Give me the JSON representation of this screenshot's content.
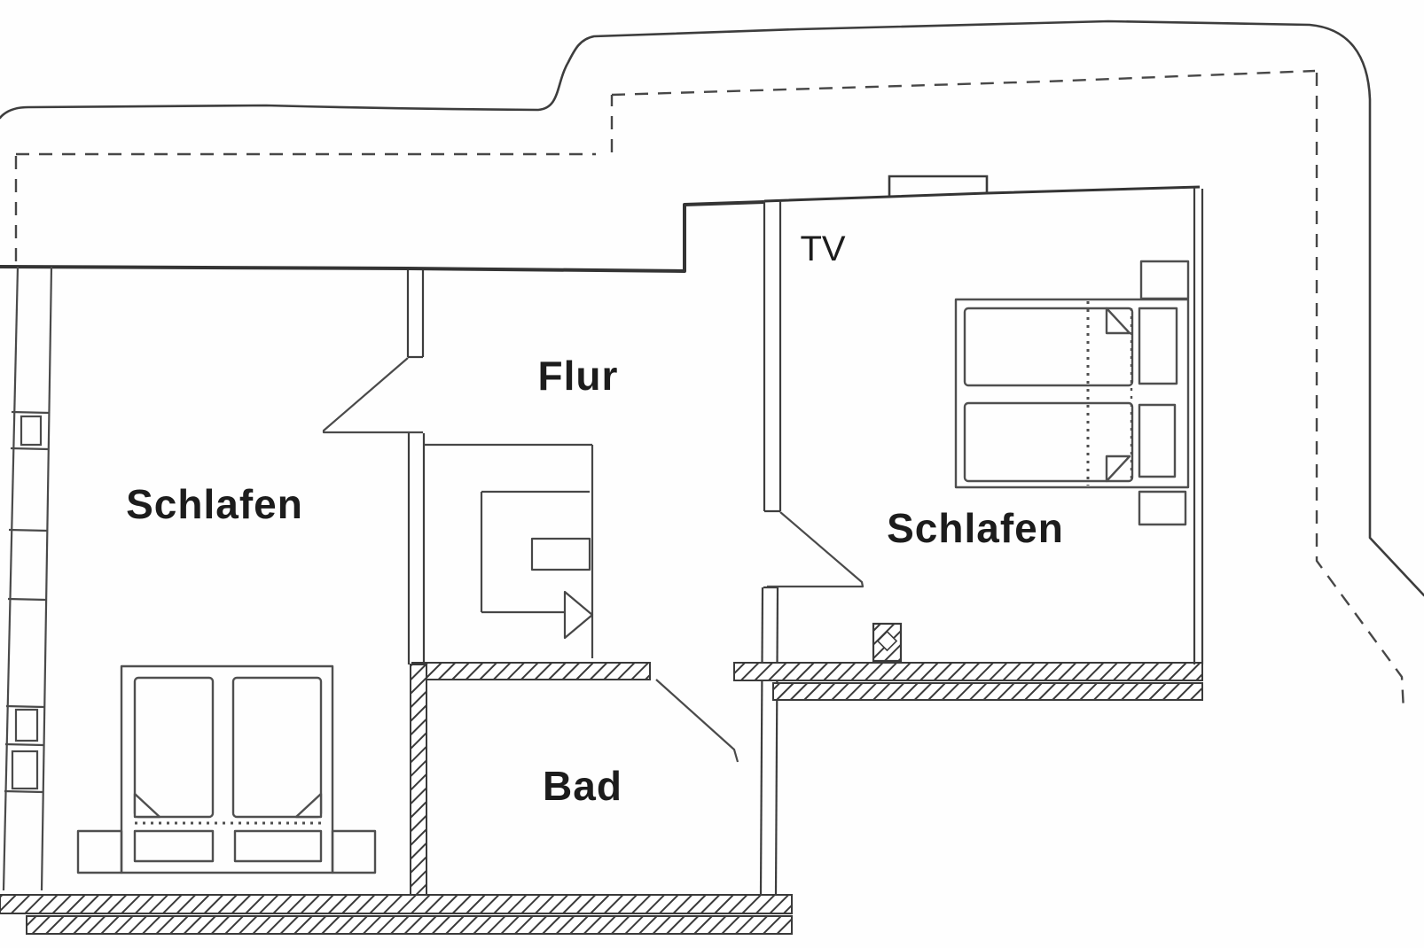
{
  "plan": {
    "type": "apartment-floorplan",
    "rooms": {
      "bedroom_left": {
        "label": "Schlafen"
      },
      "hallway": {
        "label": "Flur"
      },
      "bathroom": {
        "label": "Bad"
      },
      "bedroom_right": {
        "label": "Schlafen"
      }
    },
    "annotations": {
      "tv": "TV"
    },
    "features": [
      "dashed roof overhang line",
      "stairs with direction arrow",
      "double bed left room",
      "double bed right room",
      "hatched masonry walls",
      "window wall left side"
    ],
    "colors": {
      "background": "#fefefe",
      "line": "#3a3a3a",
      "text": "#1c1c1c"
    }
  }
}
